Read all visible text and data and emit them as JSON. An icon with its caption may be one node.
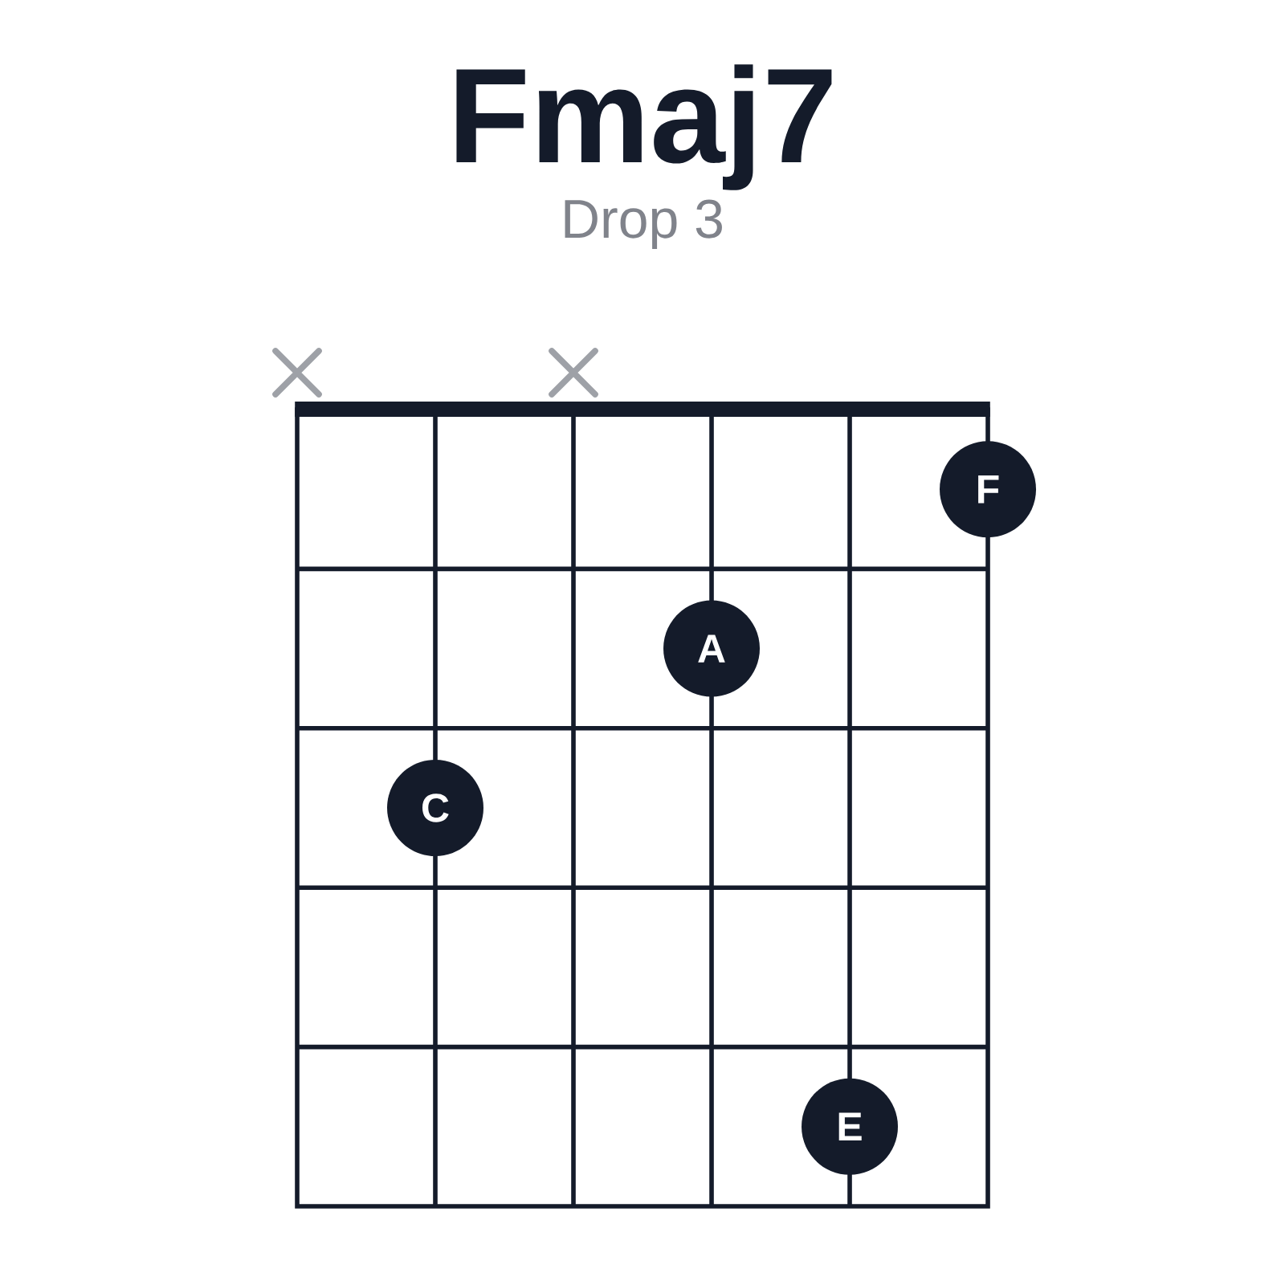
{
  "diagram": {
    "title": "Fmaj7",
    "nodes": [
      {
        "text": [
          "F"
        ]
      },
      {
        "text": [
          "A"
        ]
      },
      {
        "text": [
          "C"
        ]
      },
      {
        "text": [
          "E"
        ]
      }
    ],
    "labels": [
      "Drop 3"
    ]
  }
}
